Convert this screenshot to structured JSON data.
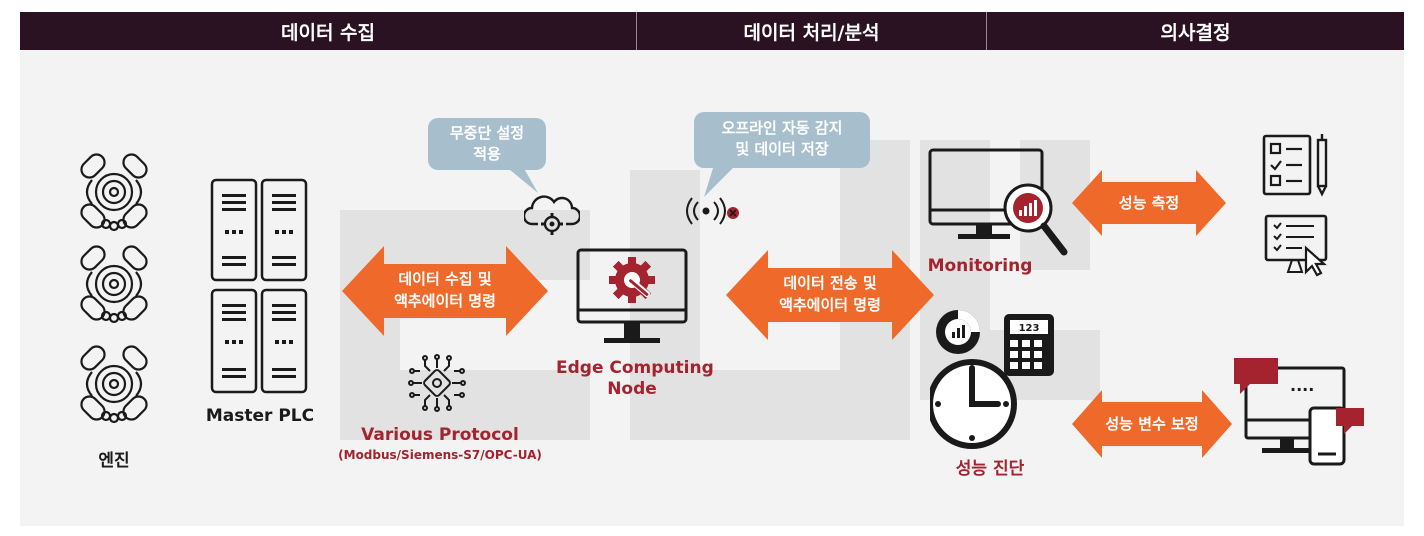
{
  "header": {
    "col1": "데이터 수집",
    "col2": "데이터 처리/분석",
    "col3": "의사결정"
  },
  "labels": {
    "engine": "엔진",
    "master_plc": "Master PLC",
    "various_protocol": "Various Protocol",
    "protocols": "(Modbus/Siemens-S7/OPC-UA)",
    "edge_line1": "Edge Computing",
    "edge_line2": "Node",
    "monitoring": "Monitoring",
    "diagnosis": "성능 진단"
  },
  "arrows": {
    "collect_line1": "데이터 수집 및",
    "collect_line2": "액추에이터 명령",
    "transmit_line1": "데이터 전송 및",
    "transmit_line2": "액추에이터 명령",
    "measure": "성능 측정",
    "calibrate": "성능 변수 보정"
  },
  "bubbles": {
    "uninterrupted_line1": "무중단 설정",
    "uninterrupted_line2": "적용",
    "offline_line1": "오프라인 자동 감지",
    "offline_line2": "및 데이터 저장"
  },
  "icons": {
    "engine": "engine-icon",
    "server": "server-rack-icon",
    "cloud": "cloud-gear-icon",
    "signal": "offline-signal-icon",
    "chip": "chip-icon",
    "edge": "monitor-gear-icon",
    "monitor": "monitor-magnifier-icon",
    "timer": "clock-chart-calculator-icon",
    "checklist": "checklist-pen-icon",
    "survey": "monitor-checklist-icon",
    "devices": "devices-chat-icon",
    "screen_dots": "····"
  },
  "colors": {
    "header_bg": "#2b1222",
    "accent_orange": "#ef6a2a",
    "accent_red": "#a4232e",
    "bubble": "#a7bfcd",
    "panel": "#f3f3f3"
  }
}
